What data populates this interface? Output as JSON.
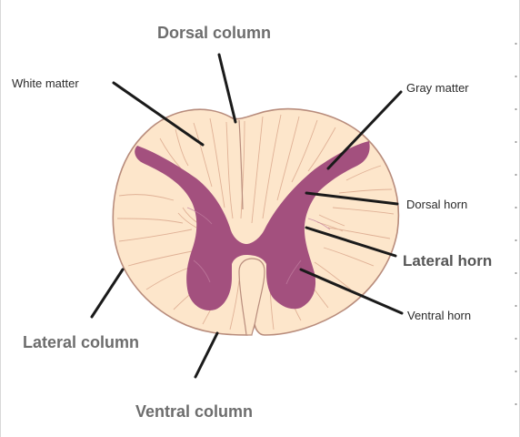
{
  "labels": {
    "dorsal_column": "Dorsal column",
    "white_matter": "White matter",
    "gray_matter": "Gray matter",
    "dorsal_horn": "Dorsal horn",
    "lateral_horn": "Lateral horn",
    "ventral_horn": "Ventral horn",
    "lateral_column": "Lateral column",
    "ventral_column": "Ventral column"
  },
  "colors": {
    "white_matter": "#fde6cb",
    "gray_matter": "#a3507e",
    "outline": "#b88c7c",
    "leader_line": "#1a1a1a"
  }
}
